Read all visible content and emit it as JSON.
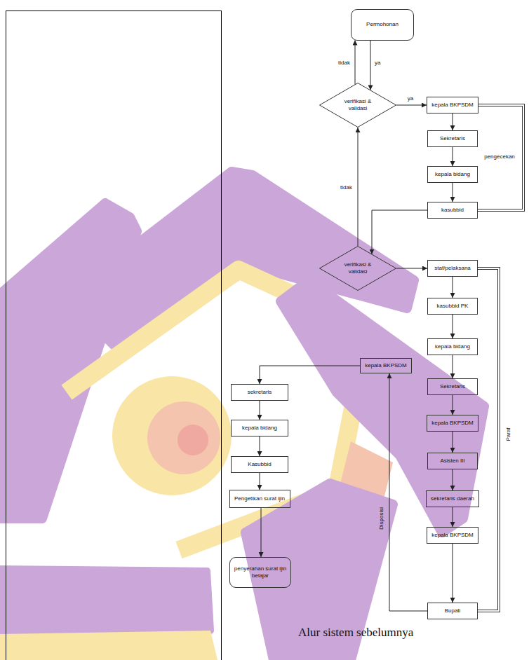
{
  "diagram": {
    "caption": "Alur sistem sebelumnya",
    "nodes": [
      {
        "text": [
          "Permohonan"
        ]
      },
      {
        "text": [
          "verifikasi & validasi"
        ]
      },
      {
        "text": [
          "kepala BKPSDM"
        ]
      },
      {
        "text": [
          "Sekretaris"
        ]
      },
      {
        "text": [
          "kepala bidang"
        ]
      },
      {
        "text": [
          "kasubbid"
        ]
      },
      {
        "text": [
          "verifikasi & validasi"
        ]
      },
      {
        "text": [
          "staf/pelaksana"
        ]
      },
      {
        "text": [
          "kasubbid PK"
        ]
      },
      {
        "text": [
          "kepala bidang"
        ]
      },
      {
        "text": [
          "Sekretaris"
        ]
      },
      {
        "text": [
          "kepala BKPSDM"
        ]
      },
      {
        "text": [
          "Asisten III"
        ]
      },
      {
        "text": [
          "sekretaris daerah"
        ]
      },
      {
        "text": [
          "kepala BKPSDM"
        ]
      },
      {
        "text": [
          "Bupati"
        ]
      },
      {
        "text": [
          "kepala BKPSDM"
        ]
      },
      {
        "text": [
          "sekretaris"
        ]
      },
      {
        "text": [
          "kepala bidang"
        ]
      },
      {
        "text": [
          "Kasubbid"
        ]
      },
      {
        "text": [
          "Pengetikan surat ijin"
        ]
      },
      {
        "text": [
          "penyerahan surat ijin belajar"
        ]
      }
    ],
    "edges": [
      {
        "from": 1,
        "to": 0,
        "label": "tidak",
        "arrow": "to"
      },
      {
        "from": 0,
        "to": 1,
        "label": "ya",
        "arrow": "to"
      },
      {
        "from": 1,
        "to": 2,
        "label": "ya",
        "arrow": "to"
      },
      {
        "from": 2,
        "to": 3,
        "arrow": "to"
      },
      {
        "from": 3,
        "to": 4,
        "arrow": "to"
      },
      {
        "from": 4,
        "to": 5,
        "arrow": "to"
      },
      {
        "from": 2,
        "to": 5,
        "label": "pengecekan",
        "arrow": "none"
      },
      {
        "from": 5,
        "to": 6,
        "arrow": "to"
      },
      {
        "from": 6,
        "to": 1,
        "label": "tidak",
        "arrow": "to"
      },
      {
        "from": 6,
        "to": 7,
        "arrow": "to"
      },
      {
        "from": 7,
        "to": 8,
        "arrow": "to"
      },
      {
        "from": 8,
        "to": 9,
        "arrow": "to"
      },
      {
        "from": 9,
        "to": 10,
        "arrow": "to"
      },
      {
        "from": 10,
        "to": 11,
        "arrow": "to"
      },
      {
        "from": 11,
        "to": 12,
        "arrow": "to"
      },
      {
        "from": 12,
        "to": 13,
        "arrow": "to"
      },
      {
        "from": 13,
        "to": 14,
        "arrow": "to"
      },
      {
        "from": 14,
        "to": 15,
        "arrow": "to"
      },
      {
        "from": 7,
        "to": 15,
        "label": "Paraf",
        "arrow": "none"
      },
      {
        "from": 15,
        "to": 16,
        "label": "Disposisi",
        "arrow": "to"
      },
      {
        "from": 16,
        "to": 17,
        "arrow": "to"
      },
      {
        "from": 17,
        "to": 18,
        "arrow": "to"
      },
      {
        "from": 18,
        "to": 19,
        "arrow": "to"
      },
      {
        "from": 19,
        "to": 20,
        "arrow": "to"
      },
      {
        "from": 20,
        "to": 21,
        "arrow": "to"
      }
    ]
  }
}
